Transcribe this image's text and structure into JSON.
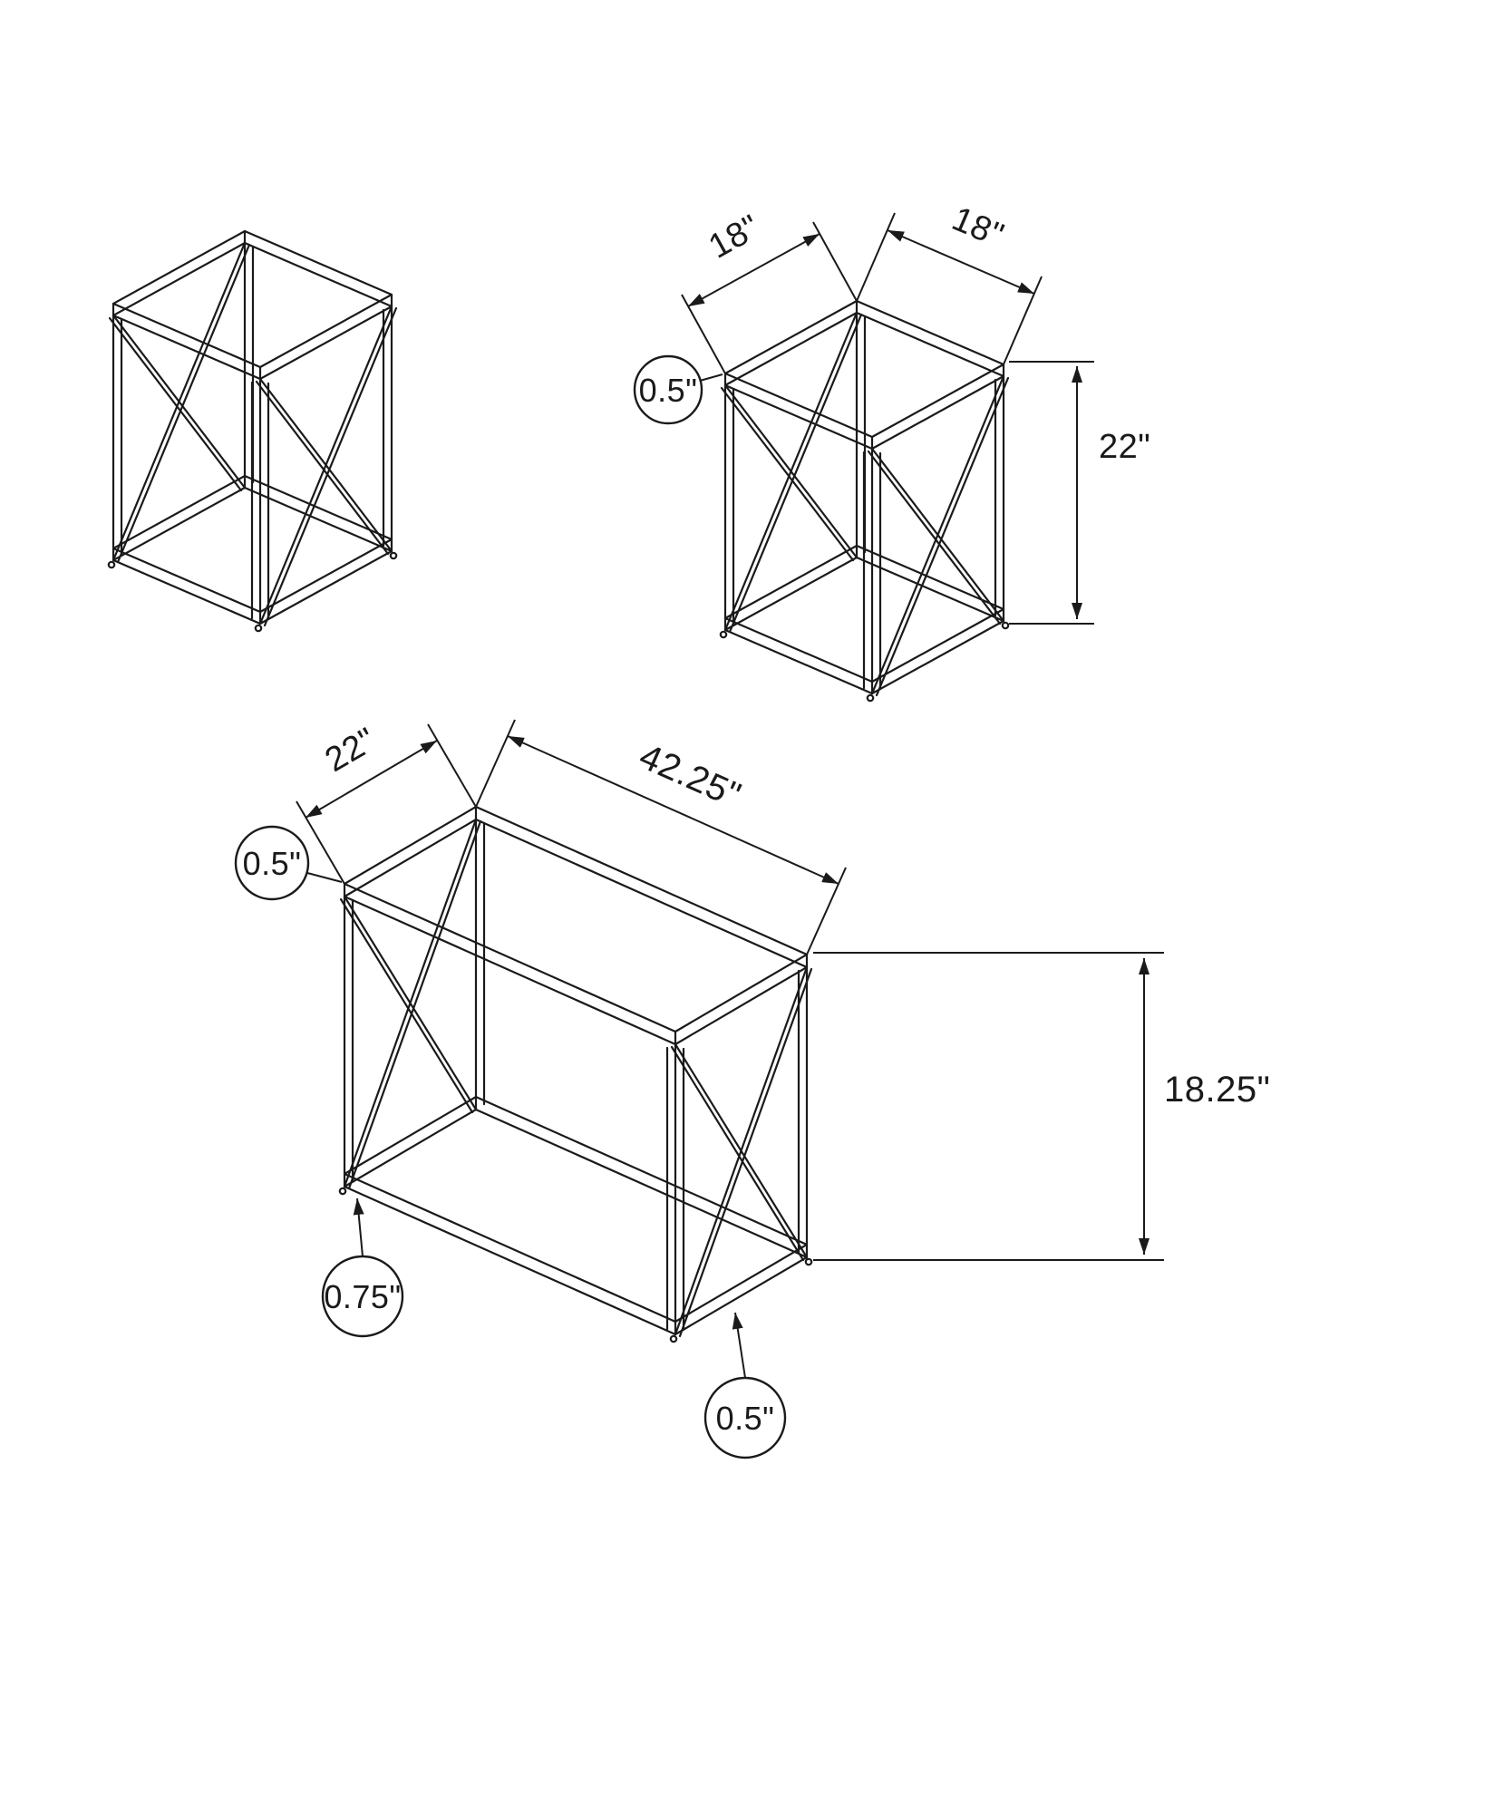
{
  "page": {
    "kind": "furniture-assembly-dimension-diagram",
    "background": "#ffffff"
  },
  "colors": {
    "line": "#1a1a1a",
    "background": "#ffffff"
  },
  "figures": {
    "end_table": {
      "depth": "18\"",
      "width": "18\"",
      "height": "22\"",
      "top_thickness": "0.5\""
    },
    "coffee_table": {
      "depth": "22\"",
      "length": "42.25\"",
      "height": "18.25\"",
      "top_thickness": "0.5\"",
      "frame_thickness": "0.75\"",
      "rail_thickness": "0.5\""
    }
  }
}
